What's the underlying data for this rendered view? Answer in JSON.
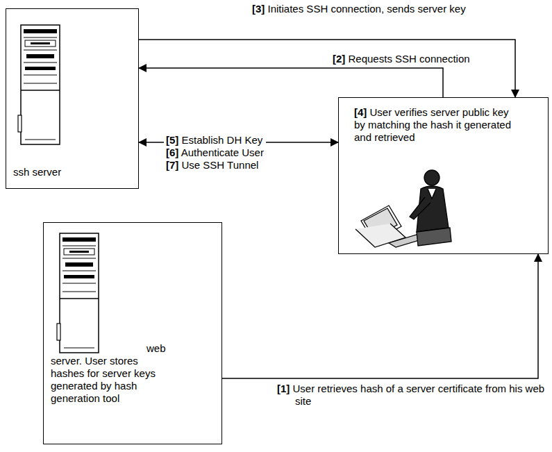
{
  "diagram": {
    "nodes": [
      {
        "text": [
          "ssh server"
        ]
      },
      {
        "text": [
          "[4] User verifies server public key by matching the hash it generated and retrieved"
        ]
      },
      {
        "text": [
          "web server. User stores hashes for server keys generated by hash generation tool"
        ]
      }
    ],
    "edges": [
      {
        "from": 0,
        "to": 1,
        "arrow": "to",
        "label": "[3] Initiates SSH connection, sends server key"
      },
      {
        "from": 1,
        "to": 0,
        "arrow": "to",
        "label": "[2] Requests SSH connection"
      },
      {
        "from": 0,
        "to": 1,
        "arrow": "both",
        "label": "[5] Establish DH Key [6] Authenticate User [7] Use SSH Tunnel"
      },
      {
        "from": 2,
        "to": 1,
        "arrow": "to",
        "label": "[1] User retrieves hash of a server certificate from his web site"
      }
    ]
  }
}
